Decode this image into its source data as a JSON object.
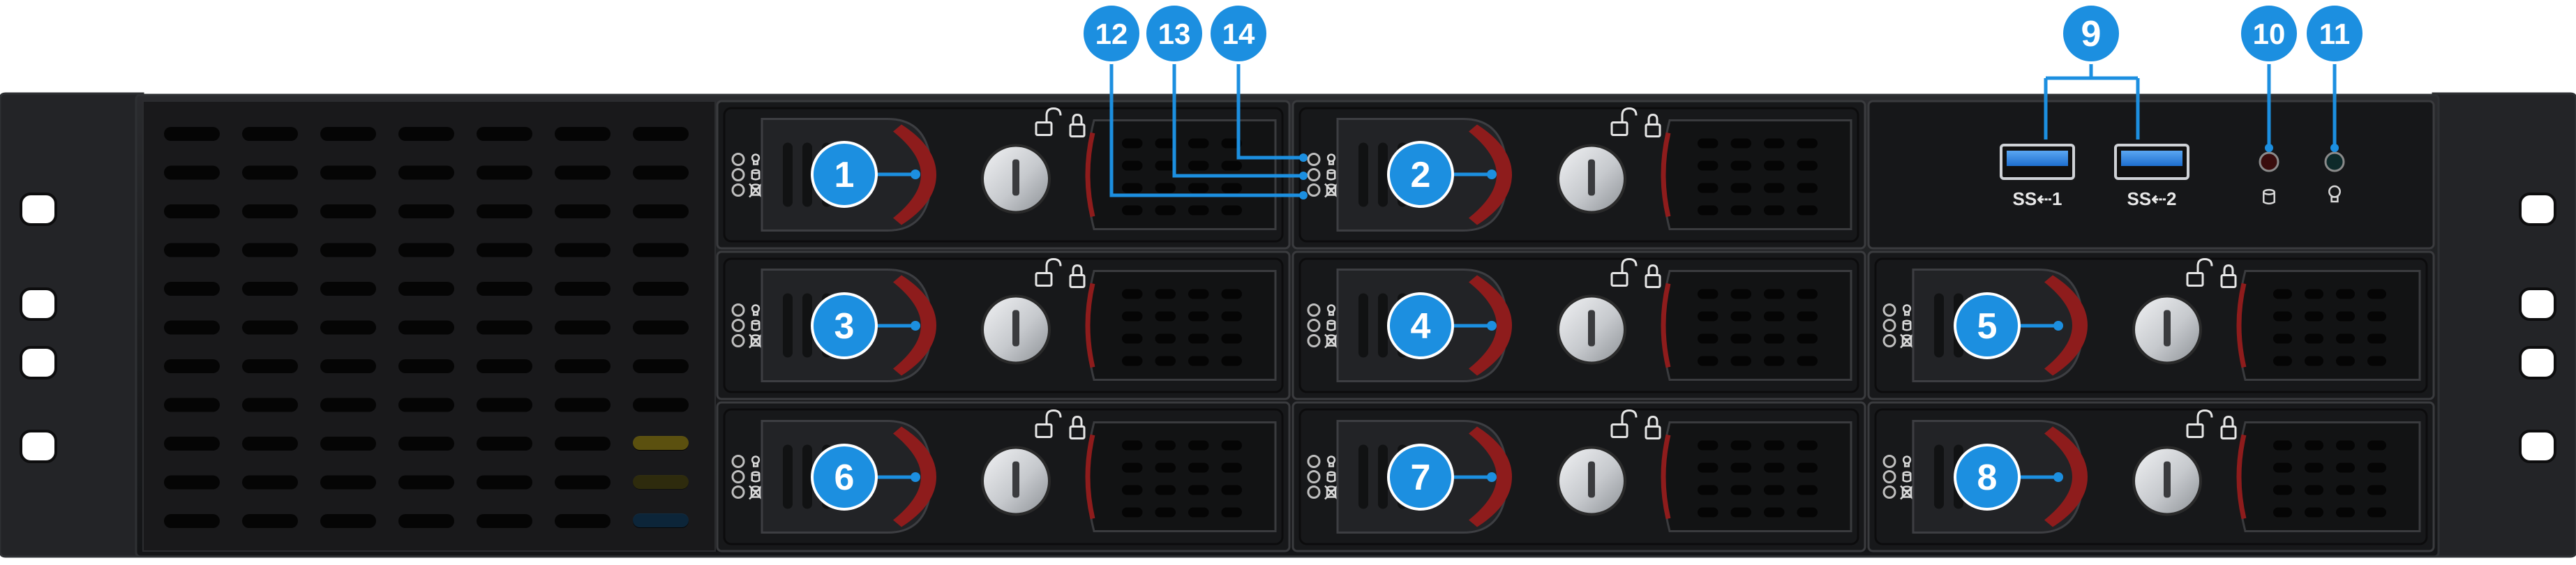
{
  "diagram": {
    "colors": {
      "background": "#ffffff",
      "chassis": "#1c1d1f",
      "chassis_edge": "#2e3033",
      "ear": "#232427",
      "tray": "#17181a",
      "tray_edge": "#3a3b3e",
      "vent": "#050505",
      "latch_red": "#8e1c1c",
      "key_silver": "#cfd2d6",
      "callout_blue": "#1c8fe0",
      "usb_blue": "#2f86e6"
    },
    "icons": [
      "lock-open-icon",
      "lock-closed-icon",
      "power-led-icon",
      "activity-led-icon",
      "fault-led-icon",
      "usb-port-icon",
      "hdd-icon",
      "bulb-icon"
    ],
    "callouts": [
      {
        "label": "1"
      },
      {
        "label": "2"
      },
      {
        "label": "3"
      },
      {
        "label": "4"
      },
      {
        "label": "5"
      },
      {
        "label": "6"
      },
      {
        "label": "7"
      },
      {
        "label": "8"
      },
      {
        "label": "9"
      },
      {
        "label": "10"
      },
      {
        "label": "11"
      },
      {
        "label": "12"
      },
      {
        "label": "13"
      },
      {
        "label": "14"
      }
    ],
    "ports": [
      {
        "label": "SS⇠1"
      },
      {
        "label": "SS⇠2"
      }
    ]
  }
}
